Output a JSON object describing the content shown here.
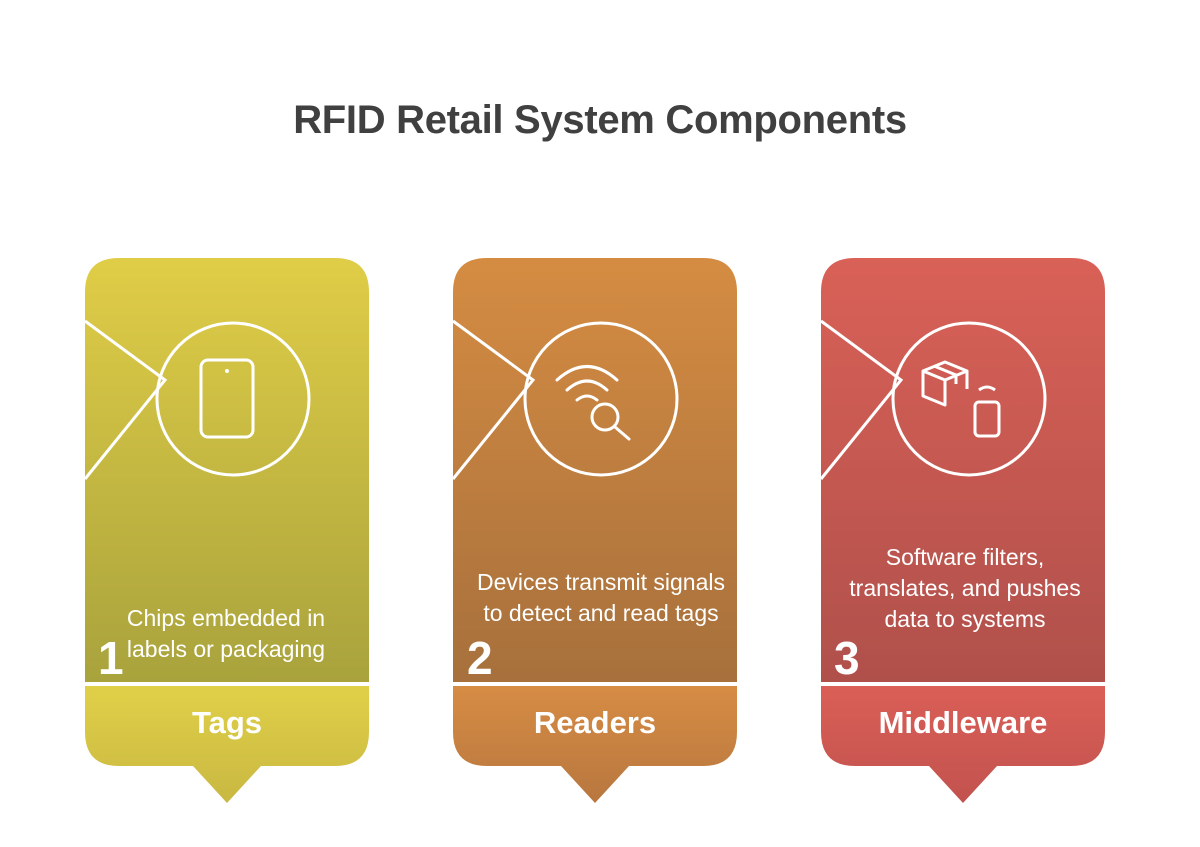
{
  "title": "RFID Retail System Components",
  "cards": [
    {
      "number": "1",
      "label": "Tags",
      "description": "Chips embedded in labels or packaging",
      "icon": "smartphone-icon",
      "color_top": "#e0cd47",
      "color_bottom": "#a9a33d",
      "band_top": "#e0d048",
      "band_bottom": "#c9b842"
    },
    {
      "number": "2",
      "label": "Readers",
      "description": "Devices transmit signals to detect and read tags",
      "icon": "wifi-search-icon",
      "color_top": "#d58c42",
      "color_bottom": "#a7703c",
      "band_top": "#d68c44",
      "band_bottom": "#b8773f"
    },
    {
      "number": "3",
      "label": "Middleware",
      "description": "Software filters, translates, and pushes data to systems",
      "icon": "package-device-icon",
      "color_top": "#d96157",
      "color_bottom": "#b0504b",
      "band_top": "#da5f57",
      "band_bottom": "#c2524e"
    }
  ]
}
